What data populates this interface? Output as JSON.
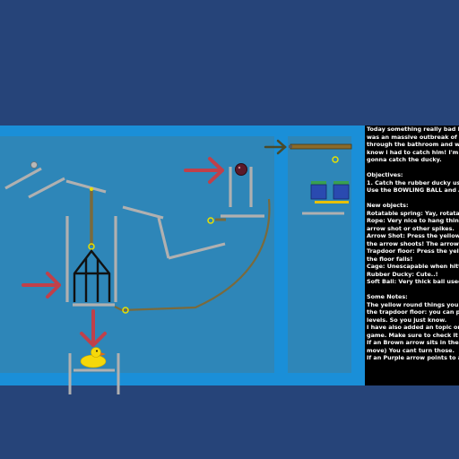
{
  "instructions": {
    "lines": [
      "Today something really bad h",
      "was an massive outbreak of r",
      "through the bathroom and whe",
      "know i had to catch him! I'm g",
      "gonna catch the ducky.",
      "",
      "Objectives:",
      "1. Catch the rubber ducky usin",
      "Use the BOWLING BALL and A",
      "",
      "New objects:",
      "Rotatable spring: Yay, rotatab",
      "Rope: Very nice to hang thing",
      "arrow shot or other spikes.",
      "Arrow Shot: Press the yellow",
      "the arrow shoots! The arrow i",
      "Trapdoor floor: Press the yell",
      "the floor falls!",
      "Cage: Unescapable when hitt",
      "Rubber Ducky: Cute..!",
      "Soft Ball: Very thick ball used",
      "",
      "Some Notes:",
      "The yellow round things you s",
      "the trapdoor floor: you can pu",
      "levels. So you just know.",
      "I have also added an topic on",
      "game. Make sure to check it o",
      "If an Brown arrow sits in the o",
      "move) You cant turn those.",
      "If an Purple arrow points to an"
    ]
  },
  "colors": {
    "background": "#264479",
    "water_frame": "#1a8fd8",
    "water": "#2e86b8",
    "rail": "#9a9a9a",
    "rope": "#7a6a3c",
    "red_arrow": "#c0404a",
    "brown_arrow": "#4a4a2a",
    "button": "#e8e000",
    "duck": "#f5d80a",
    "cage": "#111111",
    "bowling_ball": "#5a1a2a",
    "box_top": "#3aa050",
    "box_body": "#2a4ab0",
    "panel": "#000000",
    "panel_text": "#ffffff"
  },
  "objects": [
    "red-arrow",
    "red-arrow",
    "red-arrow",
    "brown-arrow",
    "bowling-ball",
    "rubber-ducky",
    "cage",
    "rope",
    "trapdoor-floor",
    "soft-ball",
    "spring-boxes"
  ]
}
